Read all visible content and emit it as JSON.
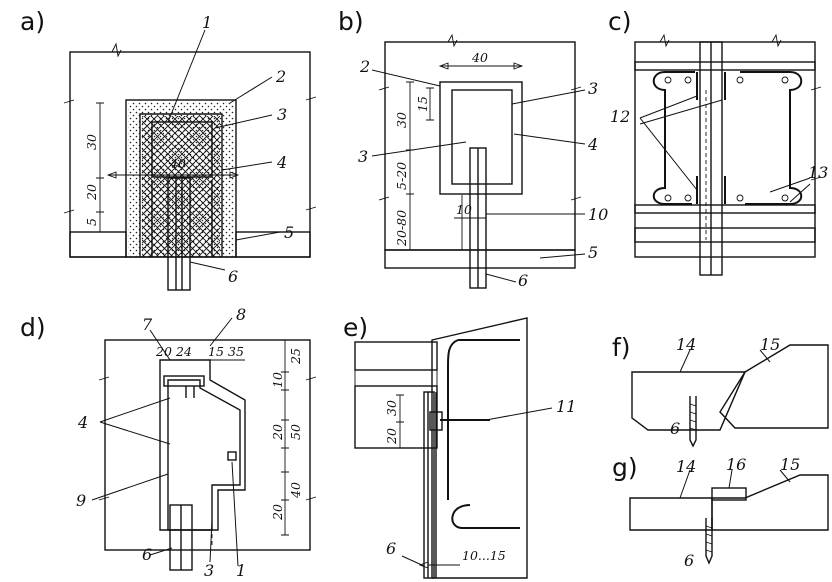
{
  "panels": [
    {
      "id": "a",
      "label": "a)",
      "callouts": [
        "1",
        "2",
        "3",
        "4",
        "5",
        "6"
      ],
      "dims": [
        "30",
        "20",
        "5",
        "40"
      ]
    },
    {
      "id": "b",
      "label": "b)",
      "callouts": [
        "2",
        "3",
        "3",
        "4",
        "10",
        "5",
        "6"
      ],
      "dims": [
        "40",
        "30",
        "15",
        "5-20",
        "20-80",
        "10"
      ]
    },
    {
      "id": "c",
      "label": "c)",
      "callouts": [
        "12",
        "13"
      ],
      "dims": []
    },
    {
      "id": "d",
      "label": "d)",
      "callouts": [
        "7",
        "8",
        "4",
        "9",
        "6",
        "3",
        "1"
      ],
      "dims": [
        "20",
        "24",
        "15",
        "35",
        "25",
        "10",
        "50",
        "20",
        "40",
        "20"
      ]
    },
    {
      "id": "e",
      "label": "e)",
      "callouts": [
        "11",
        "6"
      ],
      "dims": [
        "30",
        "20",
        "10...15"
      ]
    },
    {
      "id": "f",
      "label": "f)",
      "callouts": [
        "14",
        "15",
        "6"
      ],
      "dims": []
    },
    {
      "id": "g",
      "label": "g)",
      "callouts": [
        "14",
        "16",
        "15",
        "6"
      ],
      "dims": []
    }
  ]
}
